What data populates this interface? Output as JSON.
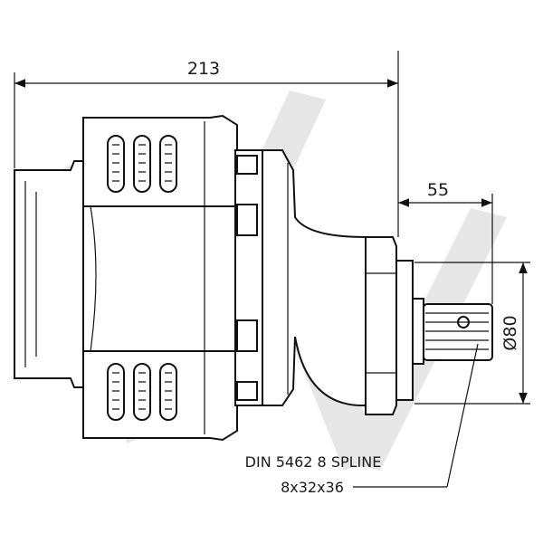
{
  "dimensions": {
    "overall_length": "213",
    "shaft_length": "55",
    "flange_diameter": "Ø80"
  },
  "callout": {
    "line1": "DIN 5462 8 SPLINE",
    "line2": "8x32x36"
  },
  "colors": {
    "watermark": "#e6e6e6",
    "line": "#111111"
  }
}
